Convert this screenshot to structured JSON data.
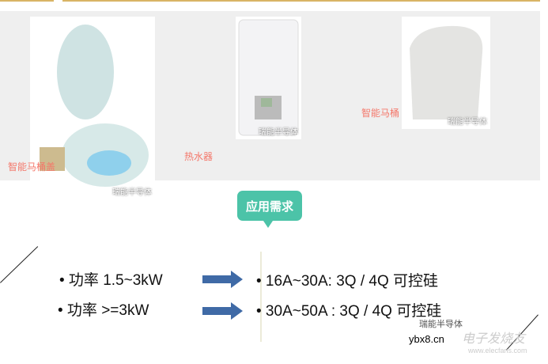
{
  "products": [
    {
      "label": "智能马桶盖",
      "watermark": "瑞能半导体"
    },
    {
      "label": "热水器",
      "watermark": "瑞能半导体"
    },
    {
      "label": "智能马桶",
      "watermark": "瑞能半导体"
    }
  ],
  "badge": "应用需求",
  "rows": [
    {
      "left": "• 功率 1.5~3kW",
      "right": "• 16A~30A: 3Q / 4Q 可控硅"
    },
    {
      "left": "• 功率 >=3kW",
      "right": "• 30A~50A : 3Q / 4Q 可控硅"
    }
  ],
  "watermarks": {
    "brand": "瑞能半导体",
    "site": "ybx8.cn",
    "elecfans": "电子发烧友",
    "elecfans_url": "www.elecfans.com"
  },
  "colors": {
    "accent": "#4cc3a8",
    "label": "#f4776a",
    "arrow": "#3f6aa6",
    "rule": "#d9b465"
  }
}
